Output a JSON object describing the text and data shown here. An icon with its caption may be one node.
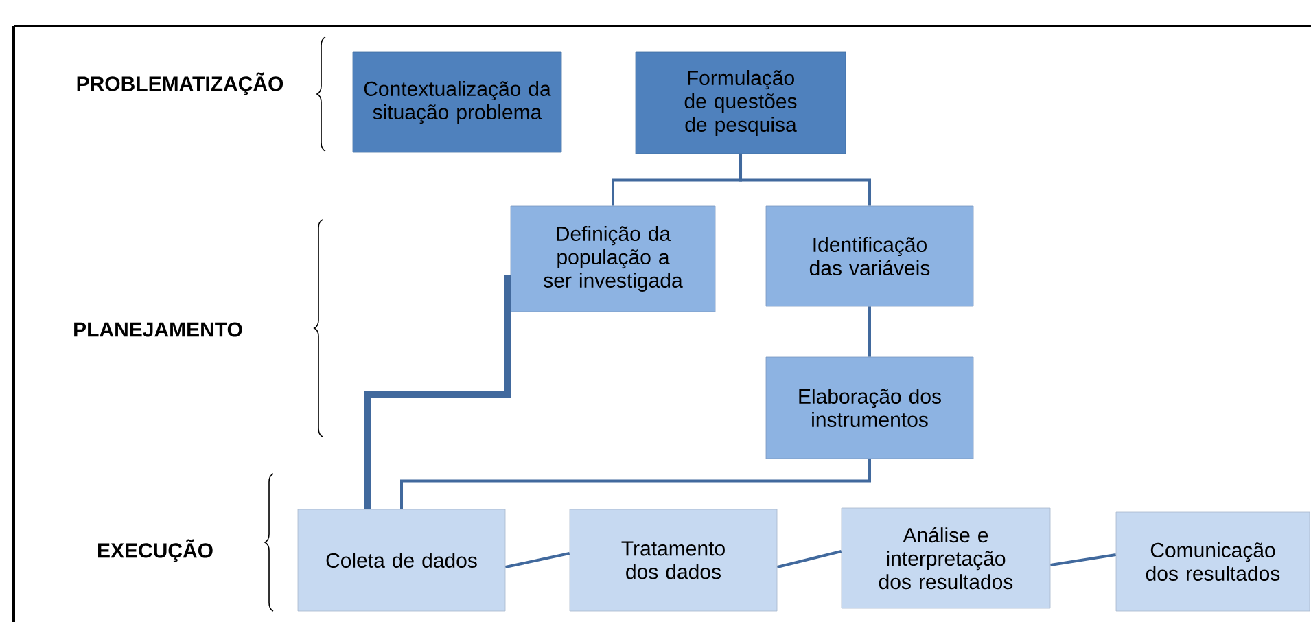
{
  "diagram": {
    "nodes": [
      {
        "text": [
          "Contextualização da situação problema"
        ]
      },
      {
        "text": [
          "Formulação de questões de pesquisa"
        ]
      },
      {
        "text": [
          "Definição da população a ser investigada"
        ]
      },
      {
        "text": [
          "Identificação das variáveis"
        ]
      },
      {
        "text": [
          "Elaboração dos instrumentos"
        ]
      },
      {
        "text": [
          "Coleta de dados"
        ]
      },
      {
        "text": [
          "Tratamento dos dados"
        ]
      },
      {
        "text": [
          "Análise e interpretação dos resultados"
        ]
      },
      {
        "text": [
          "Comunicação dos resultados"
        ]
      }
    ],
    "edges": [
      {
        "from": 1,
        "to": 2,
        "arrow": "none"
      },
      {
        "from": 1,
        "to": 3,
        "arrow": "none"
      },
      {
        "from": 3,
        "to": 4,
        "arrow": "none"
      },
      {
        "from": 2,
        "to": 5,
        "arrow": "none",
        "style": "thick"
      },
      {
        "from": 4,
        "to": 5,
        "arrow": "none"
      },
      {
        "from": 5,
        "to": 6,
        "arrow": "none"
      },
      {
        "from": 6,
        "to": 7,
        "arrow": "none"
      },
      {
        "from": 7,
        "to": 8,
        "arrow": "none"
      }
    ],
    "labels": [
      "PROBLEMATIZAÇÃO",
      "PLANEJAMENTO",
      "EXECUÇÃO"
    ]
  }
}
